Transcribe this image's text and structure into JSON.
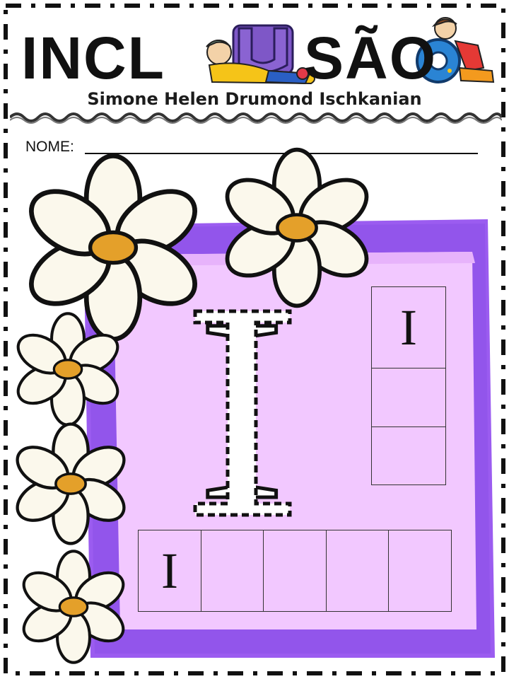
{
  "header": {
    "title_left": "INCL",
    "title_right": "SÃO",
    "title_middle_letters": [
      "U",
      "O"
    ],
    "author": "Simone Helen Drumond Ischkanian"
  },
  "form": {
    "name_label": "NOME:"
  },
  "activity": {
    "big_letter": "I",
    "vertical_cells": [
      "I",
      "",
      ""
    ],
    "horizontal_cells": [
      "I",
      "",
      "",
      "",
      ""
    ]
  },
  "colors": {
    "frame_dark": "#9b5cf0",
    "frame_light": "#f2c8ff",
    "petal": "#fbf8ec",
    "flower_center": "#e4a02a",
    "kid_shirt": "#f5c418",
    "letter_u": "#6b4ab8",
    "letter_o": "#2a84d4"
  },
  "icons": [
    "flower-icon",
    "child-illustration",
    "paw-letter-u",
    "paw-letter-o"
  ]
}
